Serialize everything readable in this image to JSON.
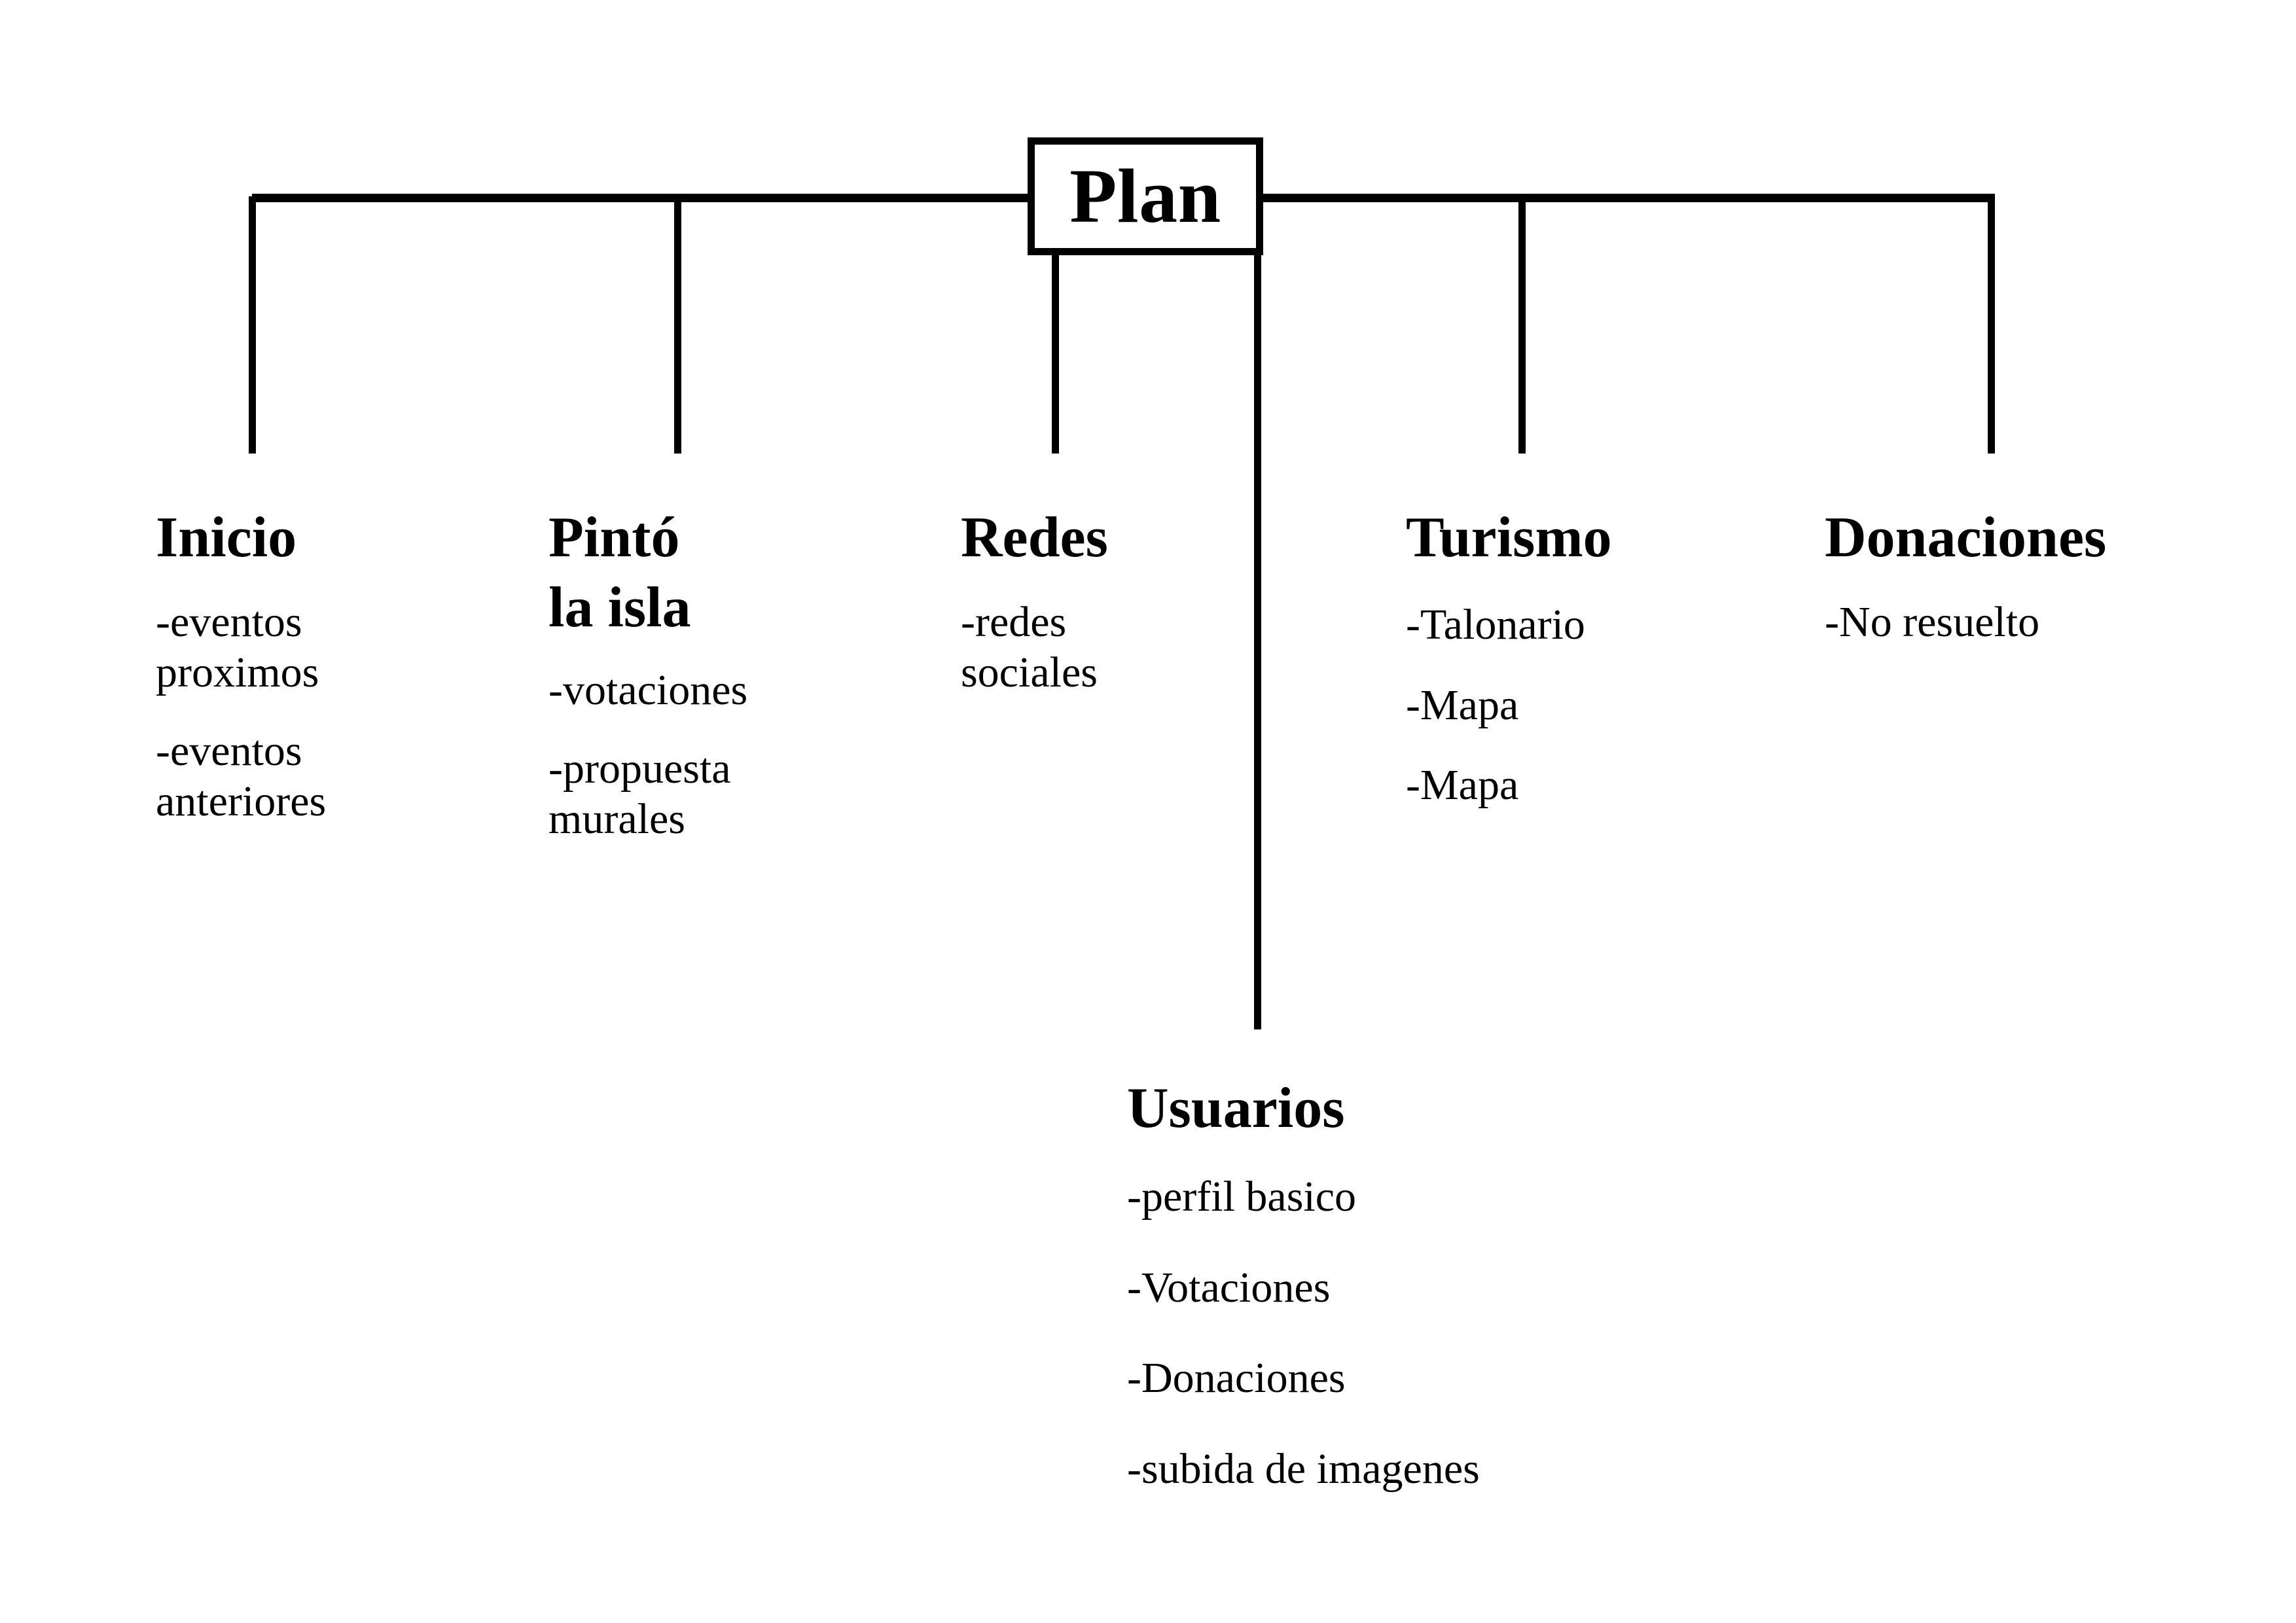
{
  "diagram": {
    "root": {
      "label": "Plan"
    },
    "branches": [
      {
        "key": "inicio",
        "title": "Inicio",
        "items": [
          "-eventos\nproximos",
          "-eventos\nanteriores"
        ]
      },
      {
        "key": "pinto",
        "title": "Pintó\nla isla",
        "items": [
          "-votaciones",
          "-propuesta\nmurales"
        ]
      },
      {
        "key": "redes",
        "title": "Redes",
        "items": [
          "-redes\nsociales"
        ]
      },
      {
        "key": "turismo",
        "title": "Turismo",
        "items": [
          "-Talonario",
          "-Mapa",
          "-Mapa"
        ]
      },
      {
        "key": "donaciones",
        "title": "Donaciones",
        "items": [
          "-No resuelto"
        ]
      },
      {
        "key": "usuarios",
        "title": "Usuarios",
        "items": [
          "-perfil basico",
          "-Votaciones",
          "-Donaciones",
          "-subida de imagenes"
        ]
      }
    ],
    "colors": {
      "ink": "#000000",
      "background": "#ffffff"
    }
  }
}
